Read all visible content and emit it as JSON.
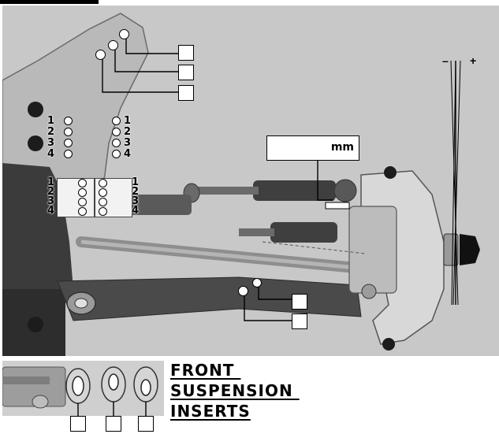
{
  "diagram": {
    "camber_scale": {
      "minus": "–",
      "plus": "+"
    },
    "top_bracket_holes": [
      {
        "label": "1"
      },
      {
        "label": "2"
      },
      {
        "label": "3"
      },
      {
        "label": "4"
      }
    ],
    "measure_box": {
      "unit": "mm"
    },
    "insert_title": {
      "line1": "FRONT ",
      "line2": "SUSPENSION ",
      "line3": "INSERTS"
    }
  }
}
